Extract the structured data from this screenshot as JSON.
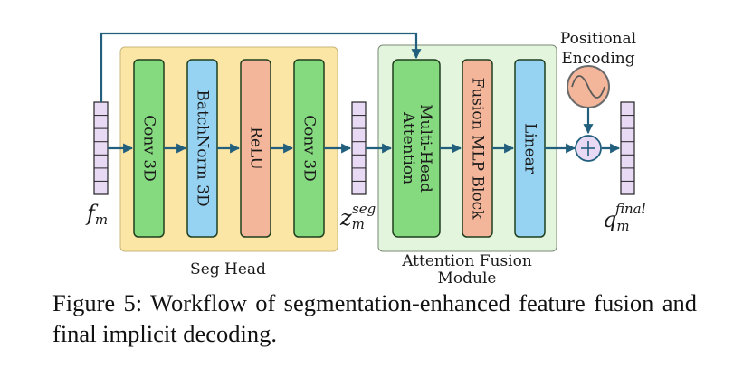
{
  "inputs": {
    "f_main": "f",
    "f_sub": "m",
    "z_main": "z",
    "z_sub": "m",
    "z_sup": "seg",
    "q_main": "q",
    "q_sub": "m",
    "q_sup": "final"
  },
  "seg_head": {
    "title": "Seg Head",
    "blocks": [
      "Conv 3D",
      "BatchNorm 3D",
      "ReLU",
      "Conv 3D"
    ]
  },
  "fusion": {
    "title_line1": "Attention Fusion",
    "title_line2": "Module",
    "block_attention_line1": "Multi-Head",
    "block_attention_line2": "Attention",
    "block_mlp": "Fusion MLP Block",
    "block_linear": "Linear"
  },
  "positional": {
    "line1": "Positional",
    "line2": "Encoding"
  },
  "colors": {
    "arrow": "#215f7d",
    "seg_head_bg": "#fbe6a6",
    "fusion_bg": "#e3f5dd",
    "green_block": "#85d97f",
    "blue_block": "#96d2f2",
    "salmon_block": "#f3b69a",
    "token": "#e8daf5",
    "pe_circle": "#f3b69a",
    "plus_circle": "#e8daf5"
  },
  "caption": {
    "text": "Figure 5: Workflow of segmentation-enhanced feature fusion and final implicit decoding."
  }
}
